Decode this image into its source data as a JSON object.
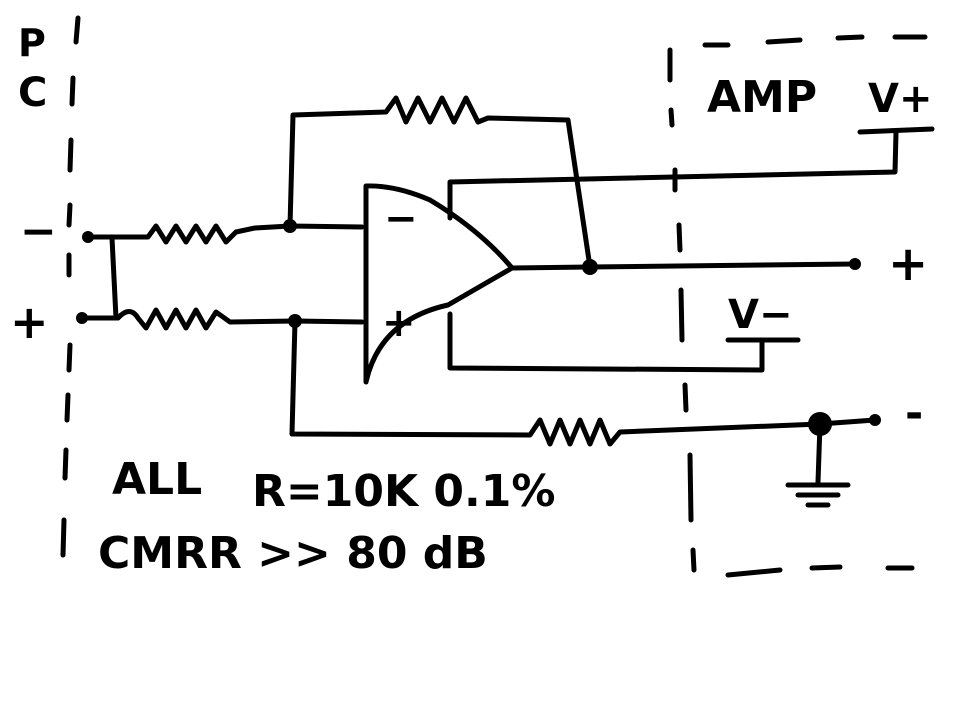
{
  "pc_label_top": "P",
  "pc_label_bottom": "C",
  "amp_label": "AMP",
  "vplus_label": "V+",
  "vminus_label": "V−",
  "input_minus": "−",
  "input_plus": "+",
  "opamp_minus": "−",
  "opamp_plus": "+",
  "output_plus": "+",
  "output_minus": "-",
  "note_all": "ALL",
  "note_resistors": "R=10K 0.1%",
  "note_cmrr": "CMRR >> 80 dB",
  "color_ink": "#000000",
  "color_background": "#ffffff"
}
